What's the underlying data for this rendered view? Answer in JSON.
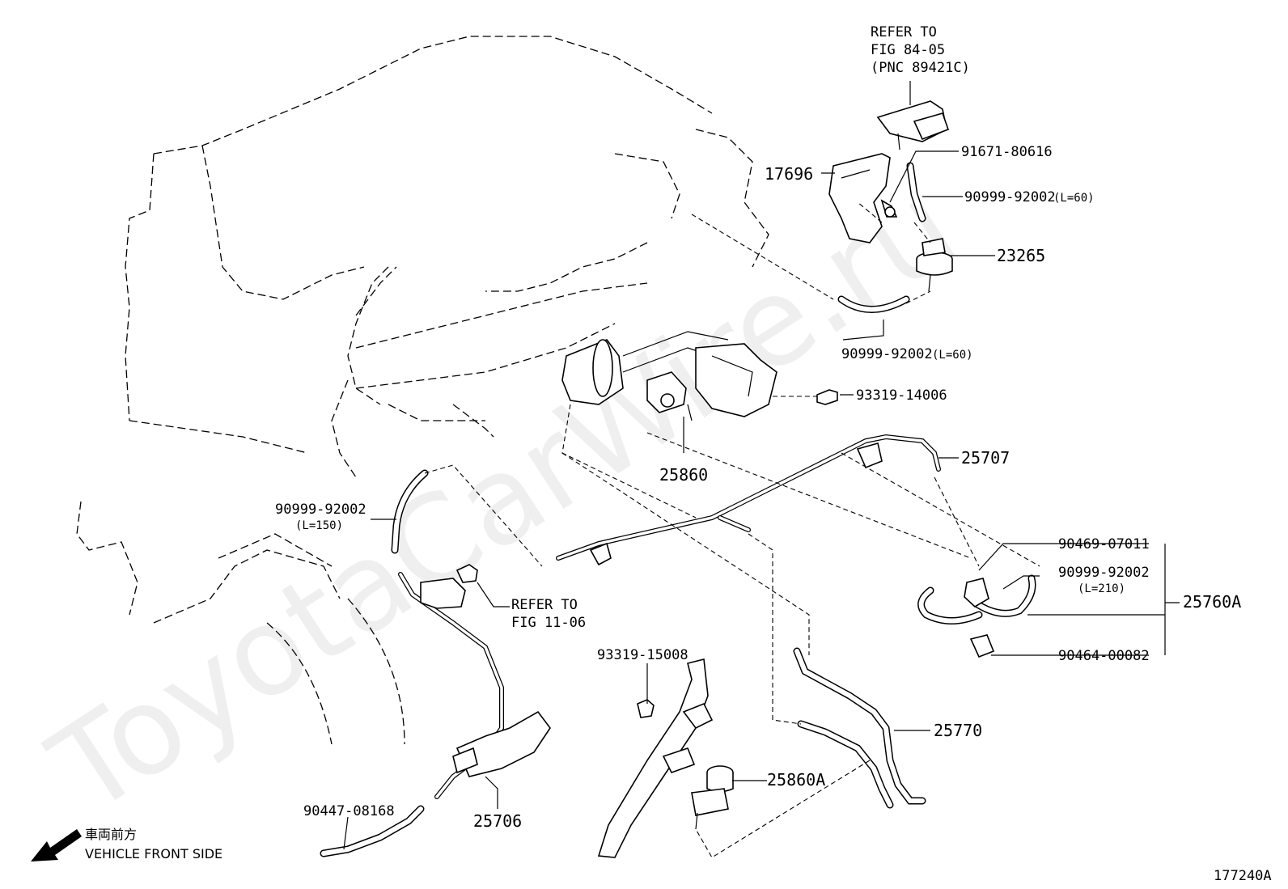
{
  "diagram": {
    "watermark": "ToyotaCarWire.ru",
    "figure_code": "177240A",
    "direction_note": {
      "japanese": "車両前方",
      "english": "VEHICLE FRONT SIDE"
    },
    "refer_top": {
      "line1": "REFER TO",
      "line2": "FIG 84-05",
      "line3": "(PNC 89421C)"
    },
    "refer_mid": {
      "line1": "REFER TO",
      "line2": "FIG 11-06"
    },
    "parts": {
      "p17696": "17696",
      "p91671": "91671-80616",
      "p90999_top": "90999-92002",
      "p90999_top_len": "(L=60)",
      "p23265": "23265",
      "p90999_mid": "90999-92002",
      "p90999_mid_len": "(L=60)",
      "p93319_14006": "93319-14006",
      "p25707": "25707",
      "p25860": "25860",
      "p90999_left": "90999-92002",
      "p90999_left_len": "(L=150)",
      "p90469": "90469-07011",
      "p90999_right": "90999-92002",
      "p90999_right_len": "(L=210)",
      "p25760A": "25760A",
      "p90464": "90464-00082",
      "p93319_15008": "93319-15008",
      "p25770": "25770",
      "p25860A": "25860A",
      "p90447": "90447-08168",
      "p25706": "25706"
    }
  }
}
